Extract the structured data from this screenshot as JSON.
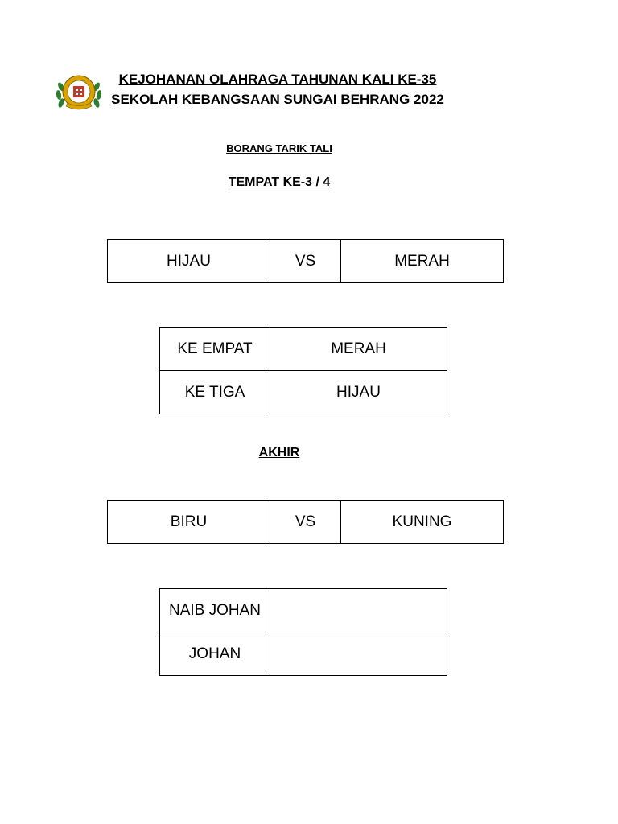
{
  "header": {
    "line1": "KEJOHANAN OLAHRAGA TAHUNAN  KALI KE-35",
    "line2": "SEKOLAH KEBANGSAAN SUNGAI BEHRANG 2022",
    "form_title": "BORANG TARIK TALI"
  },
  "section_third": {
    "title": "TEMPAT KE-3 / 4",
    "match": {
      "team_a": "HIJAU",
      "vs": "VS",
      "team_b": "MERAH"
    },
    "results": [
      {
        "label": "KE EMPAT",
        "value": "MERAH"
      },
      {
        "label": "KE TIGA",
        "value": "HIJAU"
      }
    ]
  },
  "section_final": {
    "title": "AKHIR",
    "match": {
      "team_a": "BIRU",
      "vs": "VS",
      "team_b": "KUNING"
    },
    "results": [
      {
        "label": "NAIB JOHAN",
        "value": ""
      },
      {
        "label": "JOHAN",
        "value": ""
      }
    ]
  },
  "logo": {
    "icon": "school-crest-icon",
    "primary_color": "#d9a400",
    "accent_color": "#c0392b",
    "leaf_color": "#2e7d32"
  }
}
